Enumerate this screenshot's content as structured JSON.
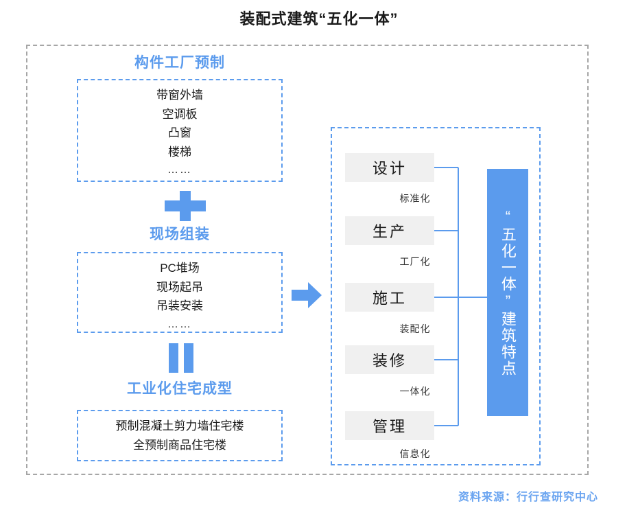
{
  "title": "装配式建筑“五化一体”",
  "left_column": {
    "sections": [
      {
        "heading": "构件工厂预制",
        "items": [
          "带窗外墙",
          "空调板",
          "凸窗",
          "楼梯",
          "……"
        ]
      },
      {
        "heading": "现场组装",
        "items": [
          "PC堆场",
          "现场起吊",
          "吊装安装",
          "……"
        ]
      },
      {
        "heading": "工业化住宅成型",
        "items": [
          "预制混凝土剪力墙住宅楼",
          "全预制商品住宅楼"
        ]
      }
    ],
    "operators": {
      "plus": "+",
      "equals": "="
    }
  },
  "flow_arrow": "right-arrow",
  "right_panel": {
    "stages": [
      {
        "name": "设计",
        "label": "标准化"
      },
      {
        "name": "生产",
        "label": "工厂化"
      },
      {
        "name": "施工",
        "label": "装配化"
      },
      {
        "name": "装修",
        "label": "一体化"
      },
      {
        "name": "管理",
        "label": "信息化"
      }
    ],
    "summary_bar": "“五化一体”建筑特点"
  },
  "source": "资料来源：行行查研究中心",
  "colors": {
    "accent_blue": "#5b9bed",
    "outer_border": "#a6a6a6",
    "stage_box_bg": "#f0f0f0",
    "source_text": "#6aa4f0"
  }
}
